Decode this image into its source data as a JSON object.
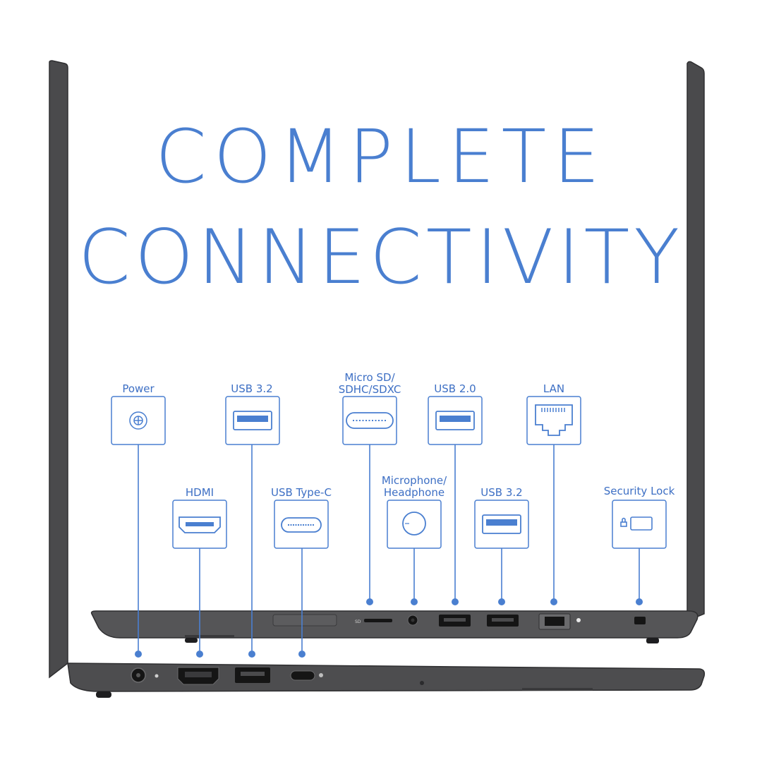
{
  "title": {
    "line1": "COMPLETE",
    "line2": "CONNECTIVITY"
  },
  "colors": {
    "accent_blue": "#4a7fd0",
    "laptop_body": "#4a4a4c",
    "laptop_edge": "#2e2e30",
    "background": "#ffffff"
  },
  "ports": [
    {
      "id": "power",
      "label": "Power",
      "icon": "power-jack-icon"
    },
    {
      "id": "hdmi",
      "label": "HDMI",
      "icon": "hdmi-port-icon"
    },
    {
      "id": "usb32-left",
      "label": "USB 3.2",
      "icon": "usb-a-port-icon"
    },
    {
      "id": "usbc",
      "label": "USB Type-C",
      "icon": "usb-c-port-icon"
    },
    {
      "id": "microsd",
      "label": "Micro SD/\nSDHC/SDXC",
      "icon": "sd-card-slot-icon"
    },
    {
      "id": "audio",
      "label": "Microphone/\nHeadphone",
      "icon": "audio-jack-icon"
    },
    {
      "id": "usb20",
      "label": "USB 2.0",
      "icon": "usb-a-port-icon"
    },
    {
      "id": "usb32-right",
      "label": "USB 3.2",
      "icon": "usb-a-port-icon"
    },
    {
      "id": "lan",
      "label": "LAN",
      "icon": "ethernet-port-icon"
    },
    {
      "id": "lock",
      "label": "Security Lock",
      "icon": "security-lock-icon"
    }
  ]
}
